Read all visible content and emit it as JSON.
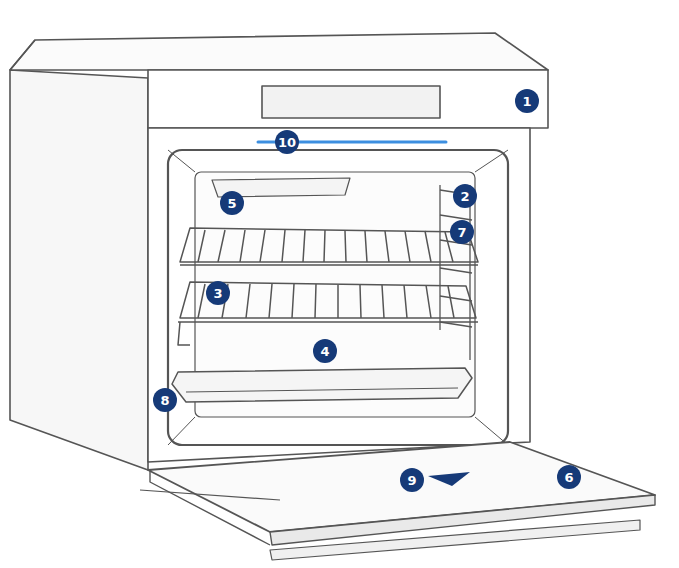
{
  "diagram": {
    "labels": [
      "1",
      "10",
      "5",
      "2",
      "7",
      "3",
      "4",
      "8",
      "9",
      "6"
    ]
  }
}
